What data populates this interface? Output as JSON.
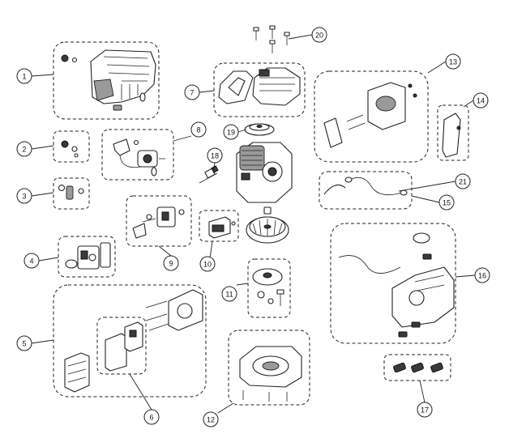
{
  "callouts": [
    {
      "id": "1",
      "label": "1"
    },
    {
      "id": "2",
      "label": "2"
    },
    {
      "id": "3",
      "label": "3"
    },
    {
      "id": "4",
      "label": "4"
    },
    {
      "id": "5",
      "label": "5"
    },
    {
      "id": "6",
      "label": "6"
    },
    {
      "id": "7",
      "label": "7"
    },
    {
      "id": "8",
      "label": "8"
    },
    {
      "id": "9",
      "label": "9"
    },
    {
      "id": "10",
      "label": "10"
    },
    {
      "id": "11",
      "label": "11"
    },
    {
      "id": "12",
      "label": "12"
    },
    {
      "id": "13",
      "label": "13"
    },
    {
      "id": "14",
      "label": "14"
    },
    {
      "id": "15",
      "label": "15"
    },
    {
      "id": "16",
      "label": "16"
    },
    {
      "id": "17",
      "label": "17"
    },
    {
      "id": "18",
      "label": "18"
    },
    {
      "id": "19",
      "label": "19"
    },
    {
      "id": "20",
      "label": "20"
    },
    {
      "id": "21",
      "label": "21"
    }
  ],
  "colors": {
    "line": "#222222",
    "background": "#ffffff"
  }
}
